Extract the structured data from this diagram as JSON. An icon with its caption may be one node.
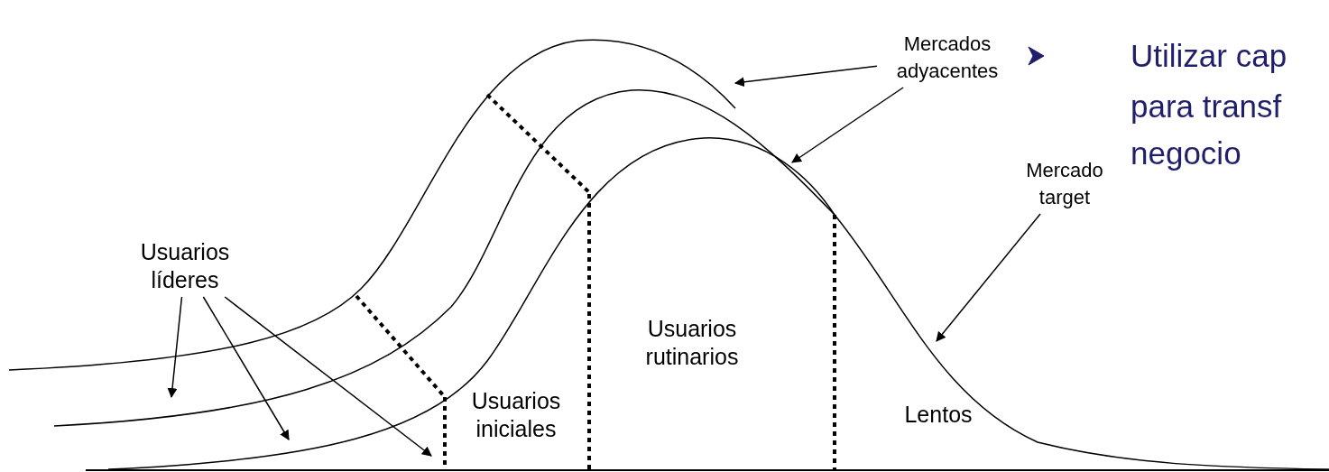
{
  "diagram": {
    "nodes": [
      {
        "text": [
          "Usuarios líderes"
        ]
      },
      {
        "text": [
          "Mercados adyacentes"
        ]
      },
      {
        "text": [
          "Mercado target"
        ]
      }
    ],
    "edges": [
      {
        "from": 0,
        "to": null,
        "arrow": "to"
      },
      {
        "from": 0,
        "to": null,
        "arrow": "to"
      },
      {
        "from": 0,
        "to": null,
        "arrow": "to"
      },
      {
        "from": 1,
        "to": null,
        "arrow": "to"
      },
      {
        "from": 1,
        "to": null,
        "arrow": "to"
      },
      {
        "from": 2,
        "to": null,
        "arrow": "to"
      }
    ],
    "labels": [
      "Usuarios iniciales",
      "Usuarios rutinarios",
      "Lentos",
      "Utilizar cap",
      "para transf",
      "negocio"
    ]
  }
}
